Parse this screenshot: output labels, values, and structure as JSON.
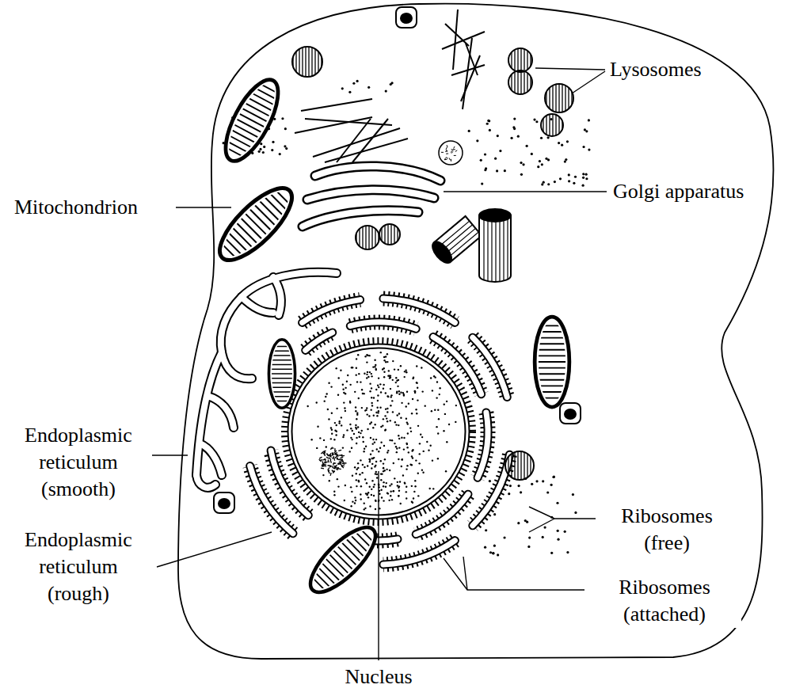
{
  "diagram": {
    "labels": [
      "Lysosomes",
      "Golgi apparatus",
      "Mitochondrion",
      "Endoplasmic reticulum (smooth)",
      "Endoplasmic reticulum (rough)",
      "Ribosomes (free)",
      "Ribosomes (attached)",
      "Nucleus"
    ]
  }
}
